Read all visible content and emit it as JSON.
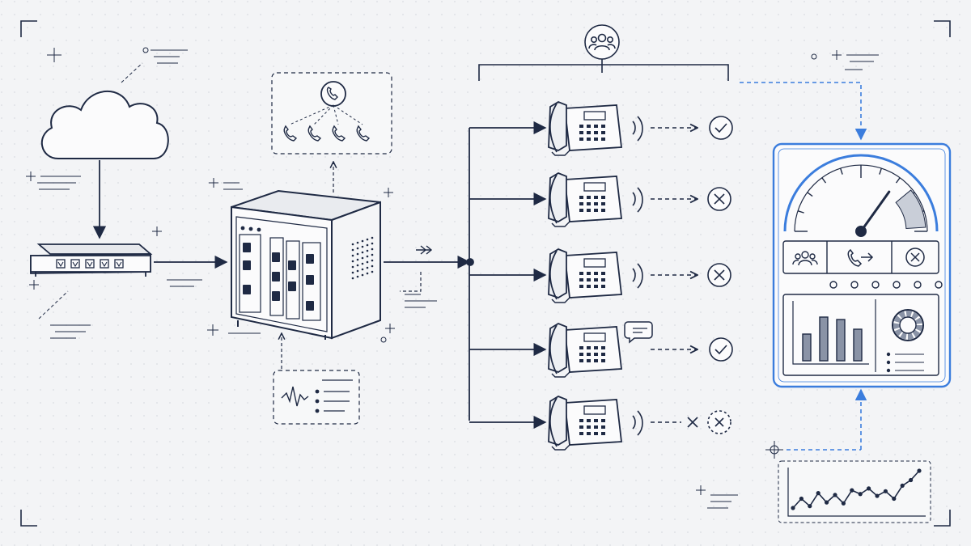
{
  "colors": {
    "background": "#f3f4f6",
    "ink": "#1f2a44",
    "accent": "#3b7ddd",
    "dot_grid": "#d9dce2"
  },
  "nodes": {
    "cloud": {
      "icon": "cloud-icon"
    },
    "modem": {
      "icon": "router-icon",
      "ports": 5
    },
    "pbx": {
      "icon": "pbx-server-icon"
    },
    "ring_group": {
      "icon": "phone-ring-icon",
      "handsets": 4
    },
    "monitor": {
      "icon": "waveform-list-icon"
    },
    "team": {
      "icon": "team-icon"
    },
    "phones": [
      {
        "icon": "desk-phone-icon",
        "signal": "sound-waves-icon",
        "result": "check-icon"
      },
      {
        "icon": "desk-phone-icon",
        "signal": "sound-waves-icon",
        "result": "x-icon"
      },
      {
        "icon": "desk-phone-icon",
        "signal": "sound-waves-icon",
        "result": "x-icon"
      },
      {
        "icon": "desk-phone-icon",
        "signal": "chat-bubble-icon",
        "result": "check-icon"
      },
      {
        "icon": "desk-phone-icon",
        "signal": "sound-waves-icon",
        "result": "x-dashed-icon"
      }
    ],
    "dashboard": {
      "icon": "dashboard-icon",
      "gauge_level": 0.82,
      "buttons": [
        "team-icon",
        "call-forward-icon",
        "close-icon"
      ],
      "indicator_dots": 6,
      "bars": [
        0.55,
        0.9,
        0.85,
        0.65
      ],
      "legend_items": 3
    },
    "trend": {
      "icon": "line-chart-icon",
      "values": [
        3,
        4,
        3.2,
        4.6,
        3.6,
        4.4,
        3.5,
        4.9,
        4.5,
        5.1,
        4.3,
        4.8,
        4.0,
        5.4,
        6.0,
        7.0
      ]
    }
  }
}
